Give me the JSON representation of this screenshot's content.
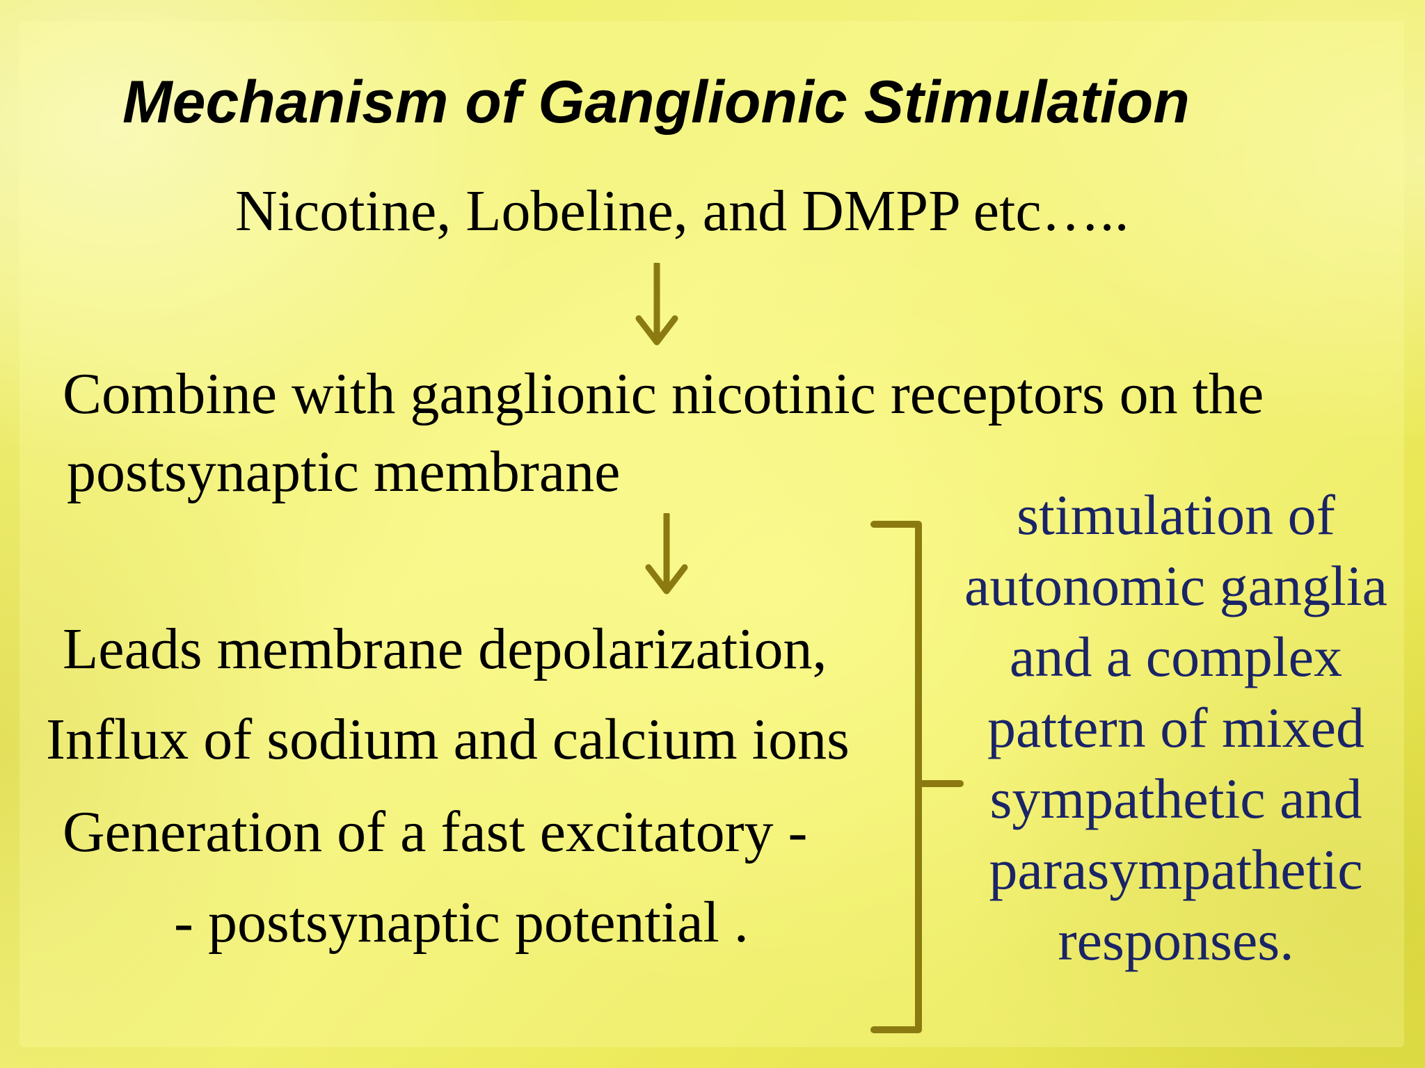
{
  "slide": {
    "title": "Mechanism of Ganglionic Stimulation",
    "line1": "Nicotine, Lobeline, and DMPP etc…..",
    "line2": "Combine with ganglionic nicotinic receptors on the",
    "line3": "postsynaptic membrane",
    "line4": "Leads membrane depolarization,",
    "line5": "Influx of sodium and calcium ions",
    "line6": "Generation of a fast excitatory -",
    "line7": "- postsynaptic potential .",
    "side_note": "stimulation of autonomic ganglia and a complex pattern of mixed sympathetic and parasympathetic responses."
  },
  "colors": {
    "arrow": "#8a7a10",
    "side_note_text": "#1a2466",
    "body_text": "#000000"
  },
  "icons": {
    "arrow": "down-arrow-icon",
    "bracket": "right-bracket-icon"
  }
}
